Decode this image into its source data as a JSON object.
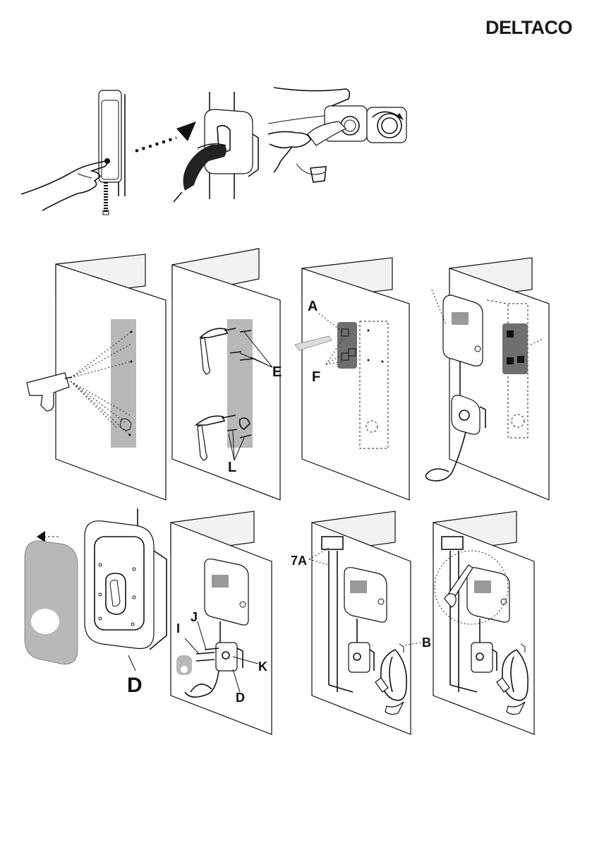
{
  "brand": "DELTACO",
  "labels": {
    "A": "A",
    "E": "E",
    "F": "F",
    "L": "L",
    "D_large": "D",
    "I": "I",
    "J": "J",
    "K": "K",
    "D_small": "D",
    "seven_a": "7A",
    "B": "B"
  }
}
